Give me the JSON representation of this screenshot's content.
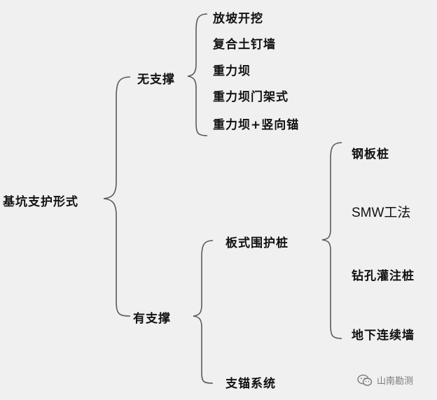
{
  "root": "基坑支护形式",
  "groups": [
    {
      "label": "无支撑",
      "children": [
        "放坡开挖",
        "复合土钉墙",
        "重力坝",
        "重力坝门架式",
        "重力坝+竖向锚"
      ]
    },
    {
      "label": "有支撑",
      "children": [
        {
          "label": "板式围护桩",
          "children": [
            "钢板桩",
            "SMW工法",
            "钻孔灌注桩",
            "地下连续墙"
          ]
        },
        {
          "label": "支锚系统"
        }
      ]
    }
  ],
  "watermark": {
    "text": "山南勘测",
    "icon": "wechat-icon"
  },
  "colors": {
    "background": "#f0f0f0",
    "line": "#5a5a5a",
    "text": "#111111"
  }
}
